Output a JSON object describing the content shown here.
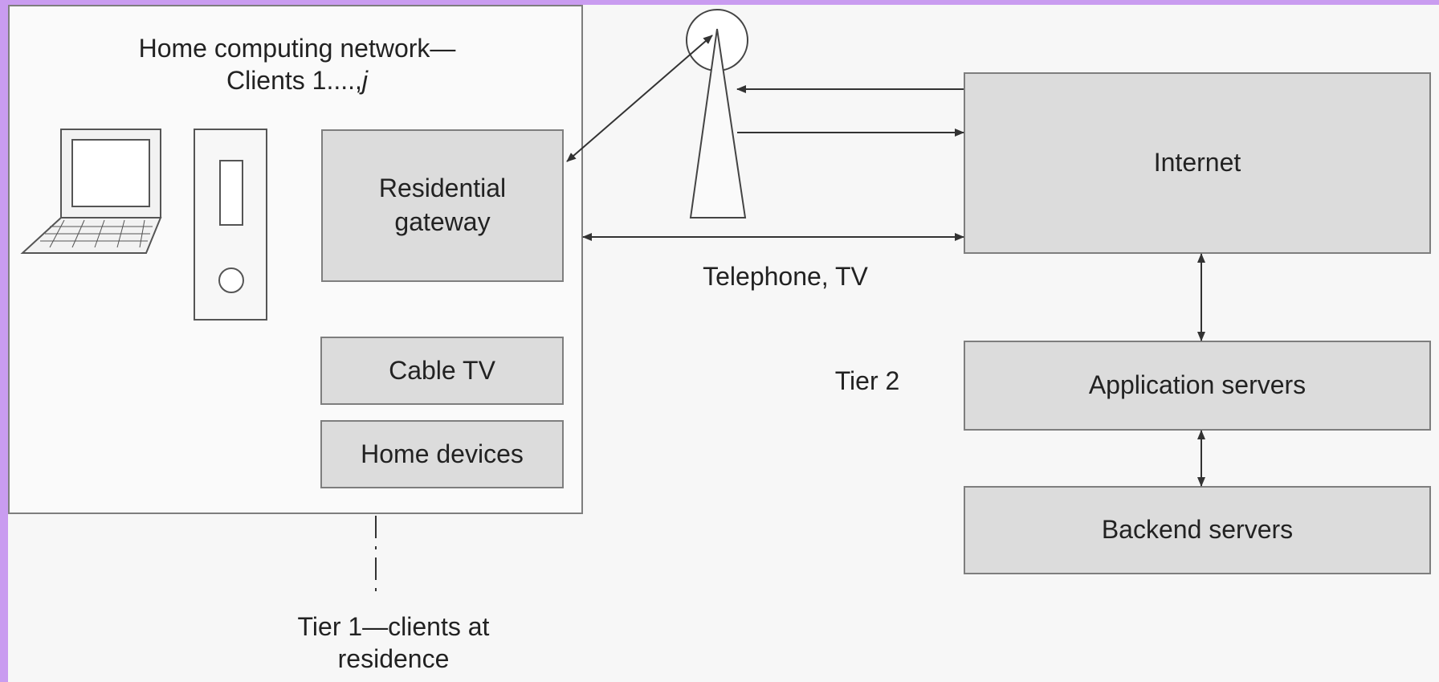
{
  "home_network": {
    "title_line1": "Home computing network—",
    "title_line2_prefix": "Clients 1....,",
    "title_line2_suffix": "j"
  },
  "boxes": {
    "residential_gateway": "Residential gateway",
    "cable_tv": "Cable TV",
    "home_devices": "Home devices",
    "internet": "Internet",
    "application_servers": "Application servers",
    "backend_servers": "Backend servers"
  },
  "labels": {
    "telephone_tv": "Telephone, TV",
    "tier2": "Tier 2",
    "tier1_line1": "Tier 1—clients at",
    "tier1_line2": "residence"
  },
  "icons": [
    "laptop-icon",
    "phone-device-icon",
    "antenna-tower-icon"
  ],
  "colors": {
    "border": "#c99cf0",
    "box_fill": "#dcdcdc",
    "box_stroke": "#7e7e7e",
    "line": "#333333"
  }
}
